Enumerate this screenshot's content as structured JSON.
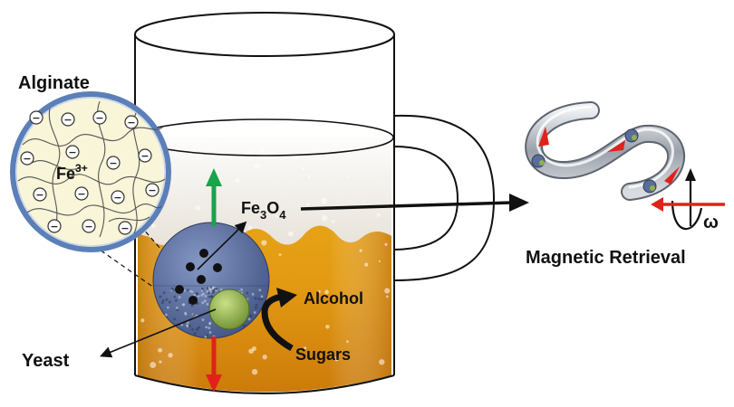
{
  "labels": {
    "alginate": "Alginate",
    "fe3_base": "Fe",
    "fe3_sup": "3+",
    "fe3o4_base": "Fe",
    "fe3o4_sub1": "3",
    "fe3o4_mid": "O",
    "fe3o4_sub2": "4",
    "alcohol": "Alcohol",
    "sugars": "Sugars",
    "yeast": "Yeast",
    "magnetic_retrieval": "Magnetic Retrieval",
    "omega": "ω"
  },
  "markers": {
    "minus": "−"
  },
  "colors": {
    "beer_top": "#e6a514",
    "beer_bottom": "#c9770a",
    "foam": "#f4f2ee",
    "bead": "#5a6d98",
    "yeast": "#8fb04a",
    "green_arrow": "#19a34a",
    "red_arrow": "#e0221a",
    "circle_fill": "#f8f5d8",
    "tube": "#b9bec6"
  }
}
